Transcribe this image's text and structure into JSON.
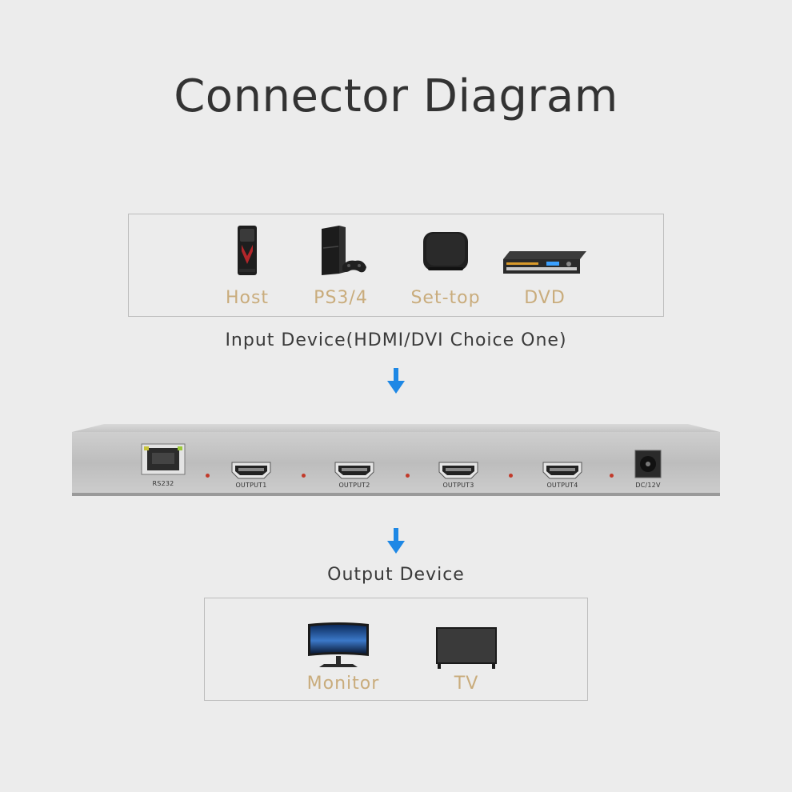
{
  "title": "Connector Diagram",
  "input_section": {
    "devices": [
      {
        "label": "Host",
        "icon": "pc-tower-icon"
      },
      {
        "label": "PS3/4",
        "icon": "game-console-icon"
      },
      {
        "label": "Set-top",
        "icon": "set-top-box-icon"
      },
      {
        "label": "DVD",
        "icon": "dvd-player-icon"
      }
    ],
    "caption": "Input Device(HDMI/DVI Choice One)"
  },
  "switch": {
    "ports": [
      {
        "label": "RS232",
        "icon": "rj45-port-icon"
      },
      {
        "label": "OUTPUT1",
        "icon": "hdmi-port-icon"
      },
      {
        "label": "OUTPUT2",
        "icon": "hdmi-port-icon"
      },
      {
        "label": "OUTPUT3",
        "icon": "hdmi-port-icon"
      },
      {
        "label": "OUTPUT4",
        "icon": "hdmi-port-icon"
      },
      {
        "label": "DC/12V",
        "icon": "dc-power-jack-icon"
      }
    ]
  },
  "output_section": {
    "caption": "Output Device",
    "devices": [
      {
        "label": "Monitor",
        "icon": "curved-monitor-icon"
      },
      {
        "label": "TV",
        "icon": "tv-icon"
      }
    ]
  },
  "colors": {
    "background": "#ececec",
    "device_label": "#c9ac7c",
    "arrow": "#1e88e5",
    "title": "#333333"
  }
}
